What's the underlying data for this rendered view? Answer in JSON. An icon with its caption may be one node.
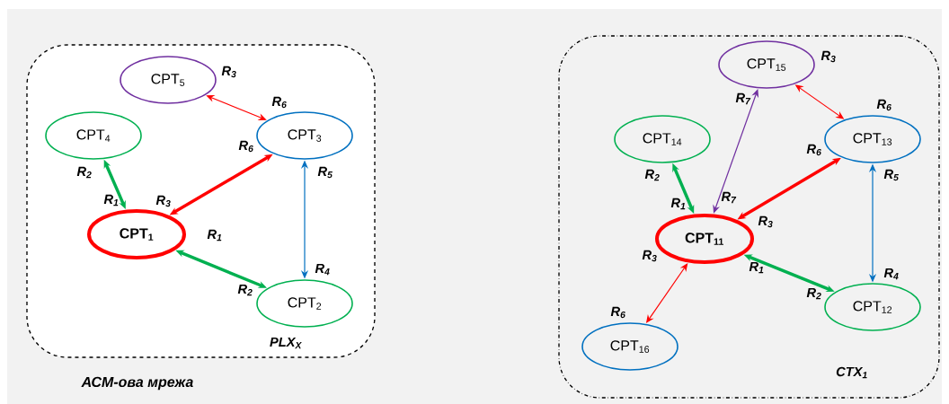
{
  "diagram": {
    "nodes": [
      {
        "text": [
          "PLX$_{X}$"
        ]
      },
      {
        "text": [
          "CPT$_{1}$"
        ],
        "in": 0
      },
      {
        "text": [
          "CPT$_{2}$"
        ],
        "in": 0
      },
      {
        "text": [
          "CPT$_{3}$"
        ],
        "in": 0
      },
      {
        "text": [
          "CPT$_{4}$"
        ],
        "in": 0
      },
      {
        "text": [
          "CPT$_{5}$"
        ],
        "in": 0
      },
      {
        "text": [
          "CTX$_{1}$"
        ]
      },
      {
        "text": [
          "CPT$_{11}$"
        ],
        "in": 6
      },
      {
        "text": [
          "CPT$_{12}$"
        ],
        "in": 6
      },
      {
        "text": [
          "CPT$_{13}$"
        ],
        "in": 6
      },
      {
        "text": [
          "CPT$_{14}$"
        ],
        "in": 6
      },
      {
        "text": [
          "CPT$_{15}$"
        ],
        "in": 6
      },
      {
        "text": [
          "CPT$_{16}$"
        ],
        "in": 6
      }
    ],
    "edges": [
      {
        "from": 4,
        "to": 1,
        "arrow": "both",
        "style": "thick",
        "color": "#00b050"
      },
      {
        "from": 1,
        "to": 3,
        "arrow": "both",
        "style": "thick",
        "color": "#ff0000"
      },
      {
        "from": 1,
        "to": 2,
        "arrow": "both",
        "style": "thick",
        "color": "#00b050"
      },
      {
        "from": 5,
        "to": 3,
        "arrow": "both",
        "color": "#ff0000"
      },
      {
        "from": 3,
        "to": 2,
        "arrow": "both",
        "color": "#0070c0"
      },
      {
        "from": 10,
        "to": 7,
        "arrow": "both",
        "style": "thick",
        "color": "#00b050"
      },
      {
        "from": 7,
        "to": 9,
        "arrow": "both",
        "style": "thick",
        "color": "#ff0000"
      },
      {
        "from": 7,
        "to": 8,
        "arrow": "both",
        "style": "thick",
        "color": "#00b050"
      },
      {
        "from": 11,
        "to": 9,
        "arrow": "both",
        "color": "#ff0000"
      },
      {
        "from": 9,
        "to": 8,
        "arrow": "both",
        "color": "#0070c0"
      },
      {
        "from": 7,
        "to": 11,
        "arrow": "both",
        "color": "#7030a0"
      },
      {
        "from": 7,
        "to": 12,
        "arrow": "both",
        "color": "#ff0000"
      }
    ],
    "labels": [
      "R$_{3}$",
      "R$_{6}$",
      "R$_{6}$",
      "R$_{2}$",
      "R$_{5}$",
      "R$_{1}$",
      "R$_{3}$",
      "R$_{1}$",
      "R$_{4}$",
      "R$_{2}$",
      "АСМ-ова мрежа",
      "R$_{3}$",
      "R$_{7}$",
      "R$_{6}$",
      "R$_{6}$",
      "R$_{2}$",
      "R$_{5}$",
      "R$_{1}$",
      "R$_{7}$",
      "R$_{3}$",
      "R$_{3}$",
      "R$_{1}$",
      "R$_{4}$",
      "R$_{2}$",
      "R$_{6}$"
    ]
  }
}
